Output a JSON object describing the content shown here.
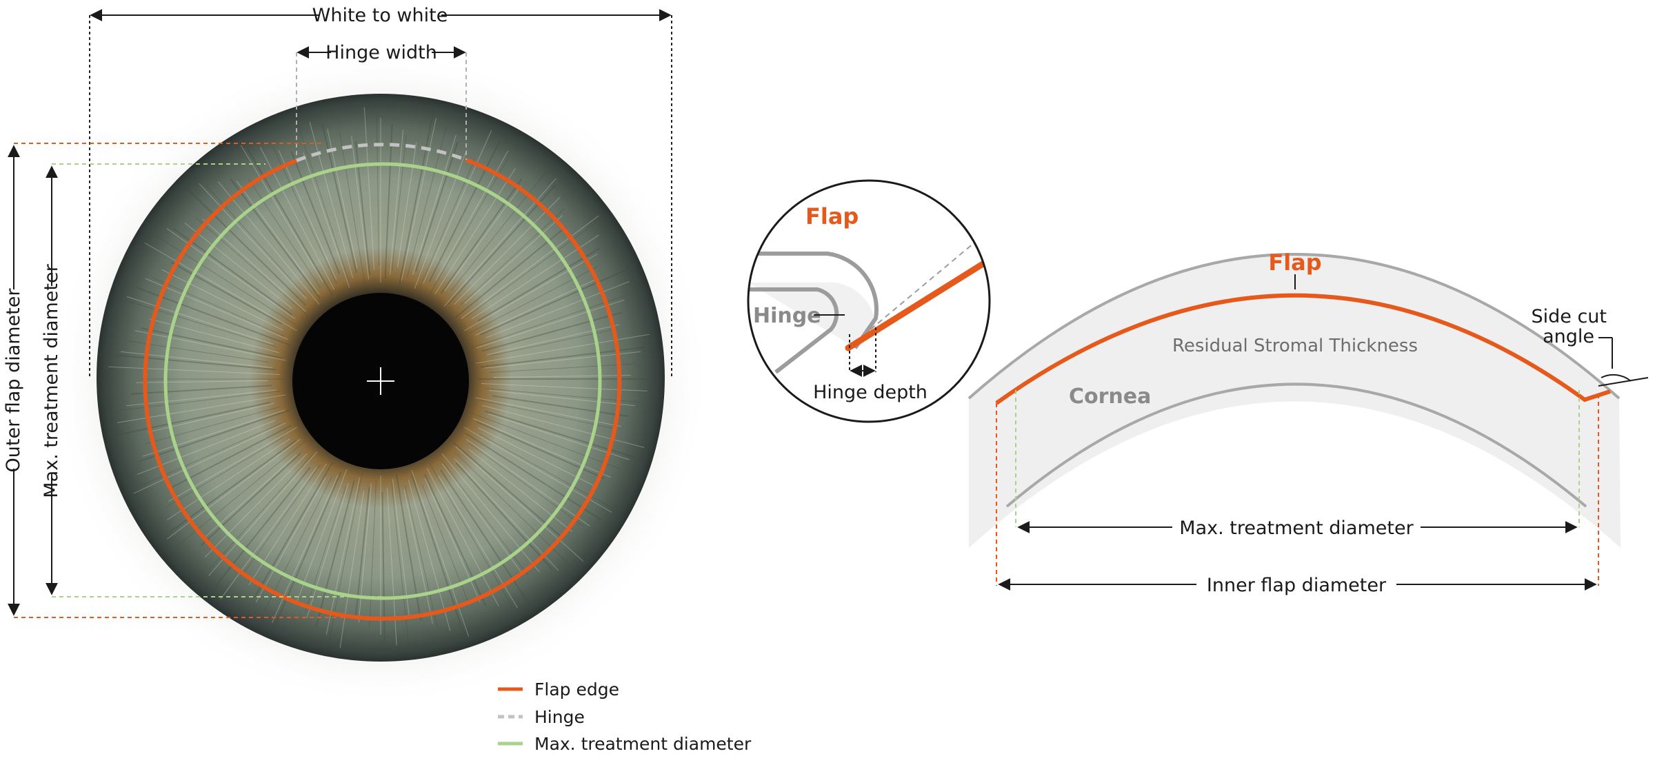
{
  "colors": {
    "flap": "#e55a1c",
    "hinge": "#b5b5b5",
    "treatment": "#a9d28a",
    "cornea_fill": "#ececec",
    "cornea_line": "#9e9e9e"
  },
  "icons": {
    "pupil_center": "crosshair-icon",
    "side_cut_angle": "angle-arc-icon"
  },
  "eye": {
    "white_to_white": "White to white",
    "hinge_width": "Hinge width",
    "outer_flap_diameter": "Outer flap diameter",
    "max_treatment_diameter": "Max. treatment diameter"
  },
  "legend": [
    {
      "label": "Flap edge",
      "style": "solid",
      "color": "#e55a1c"
    },
    {
      "label": "Hinge",
      "style": "dashed",
      "color": "#b5b5b5"
    },
    {
      "label": "Max. treatment diameter",
      "style": "solid",
      "color": "#a9d28a"
    }
  ],
  "detail": {
    "flap": "Flap",
    "hinge": "Hinge",
    "hinge_depth": "Hinge depth"
  },
  "cross_section": {
    "flap": "Flap",
    "residual": "Residual Stromal Thickness",
    "cornea": "Cornea",
    "side_cut_line1": "Side cut",
    "side_cut_line2": "angle",
    "max_treatment_diameter": "Max. treatment diameter",
    "inner_flap_diameter": "Inner flap diameter"
  }
}
